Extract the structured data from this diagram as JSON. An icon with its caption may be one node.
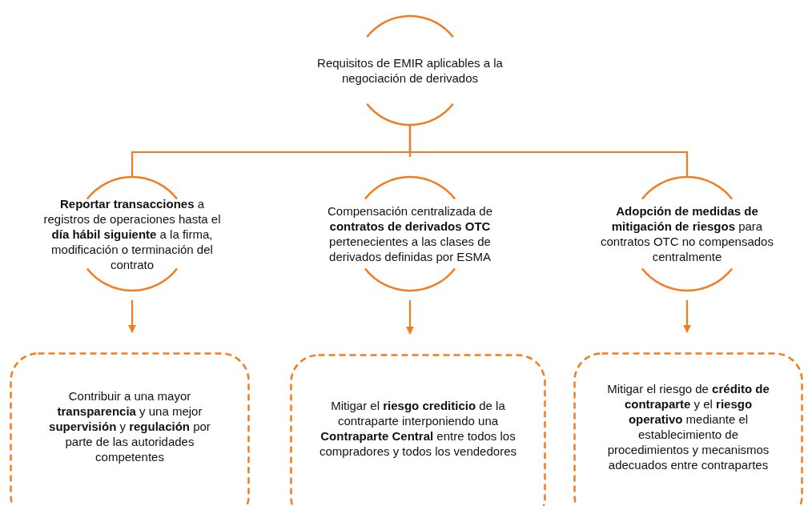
{
  "diagram": {
    "nodes": [
      {
        "text": [
          "Requisitos de EMIR aplicables a la negociación de derivados"
        ]
      },
      {
        "text": [
          "**Reportar transacciones** a registros de operaciones hasta el **día hábil siguiente** a la firma, modificación o terminación del contrato"
        ]
      },
      {
        "text": [
          "Compensación centralizada de **contratos de derivados OTC** pertenecientes a las clases de derivados definidas por ESMA"
        ]
      },
      {
        "text": [
          "**Adopción de medidas de mitigación de riesgos** para contratos OTC no compensados centralmente"
        ]
      },
      {
        "text": [
          "Contribuir a una mayor **transparencia** y una mejor **supervisión** y **regulación** por parte de las autoridades competentes"
        ]
      },
      {
        "text": [
          "Mitigar el **riesgo crediticio** de la contraparte interponiendo una **Contraparte Central** entre todos los compradores y todos los vendedores"
        ]
      },
      {
        "text": [
          "Mitigar el riesgo de **crédito de contraparte** y el **riesgo operativo** mediante el establecimiento de procedimientos y mecanismos adecuados entre contrapartes"
        ]
      }
    ],
    "edges": [
      {
        "from": 0,
        "to": 1,
        "arrow": "none"
      },
      {
        "from": 0,
        "to": 2,
        "arrow": "none"
      },
      {
        "from": 0,
        "to": 3,
        "arrow": "none"
      },
      {
        "from": 1,
        "to": 4,
        "arrow": "to"
      },
      {
        "from": 2,
        "to": 5,
        "arrow": "to"
      },
      {
        "from": 3,
        "to": 6,
        "arrow": "to"
      }
    ]
  }
}
